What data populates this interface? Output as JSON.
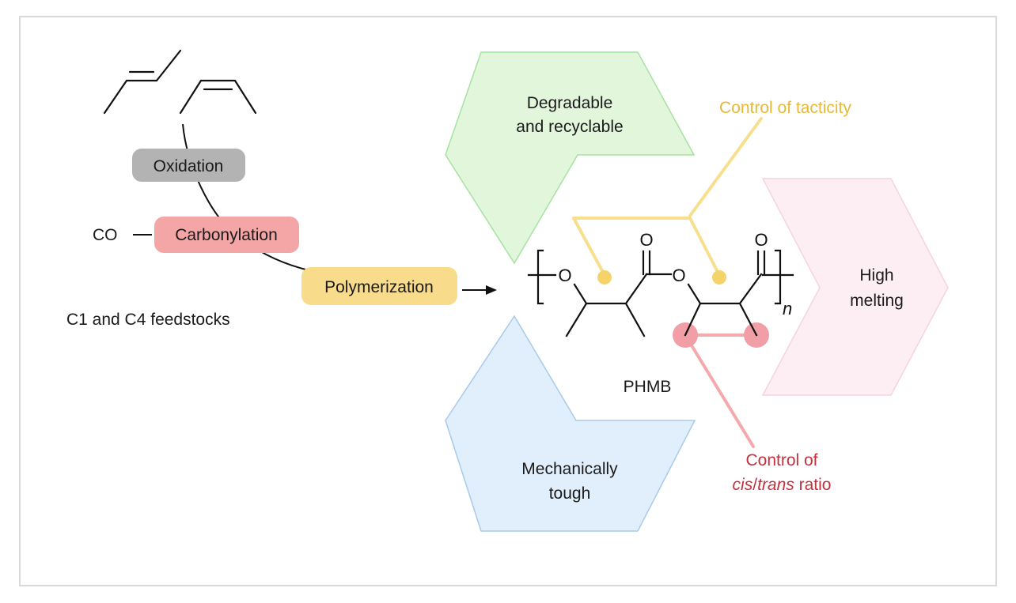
{
  "process": {
    "oxidation": "Oxidation",
    "carbonylation": "Carbonylation",
    "polymerization": "Polymerization",
    "co_label": "CO",
    "feedstocks": "C1 and C4 feedstocks"
  },
  "properties": {
    "degradable_line1": "Degradable",
    "degradable_line2": "and recyclable",
    "mechanical_line1": "Mechanically",
    "mechanical_line2": "tough",
    "melting_line1": "High",
    "melting_line2": "melting"
  },
  "polymer": {
    "name": "PHMB",
    "atom_o": "O",
    "subscript": "n"
  },
  "annotations": {
    "tacticity": "Control of tacticity",
    "cistrans_line1": "Control of",
    "cis": "cis",
    "slash": "/",
    "trans": "trans",
    "ratio": " ratio"
  },
  "colors": {
    "oxidation_fill": "#b3b3b3",
    "carbonylation_fill": "#f4a6a6",
    "polymerization_fill": "#f8dc8c",
    "green_fill": "#e2f6dc",
    "green_stroke": "#a6e3a0",
    "blue_fill": "#e1eefb",
    "blue_stroke": "#a7cbe9",
    "pink_fill": "#fdeef3",
    "pink_stroke": "#f7d3de",
    "yellow_annotation": "#e6b93a",
    "red_annotation": "#c4303d"
  }
}
